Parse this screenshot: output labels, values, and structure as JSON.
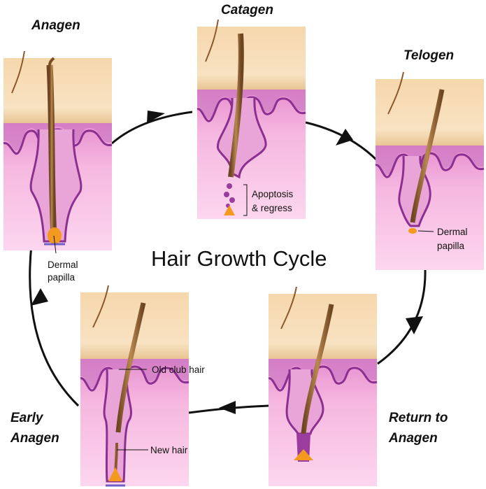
{
  "diagram": {
    "title": "Hair Growth Cycle",
    "stages": [
      {
        "id": "anagen",
        "title_lines": [
          "Anagen"
        ],
        "labels": [
          "Dermal",
          "papilla"
        ]
      },
      {
        "id": "catagen",
        "title_lines": [
          "Catagen"
        ],
        "labels": [
          "Apoptosis",
          "& regress"
        ]
      },
      {
        "id": "telogen",
        "title_lines": [
          "Telogen"
        ],
        "labels": [
          "Dermal",
          "papilla"
        ]
      },
      {
        "id": "return-to-anagen",
        "title_lines": [
          "Return to",
          "Anagen"
        ],
        "labels": []
      },
      {
        "id": "early-anagen",
        "title_lines": [
          "Early",
          "Anagen"
        ],
        "labels": [
          "Old club hair",
          "New hair"
        ]
      }
    ],
    "colors": {
      "skin_top": "#f7dcb6",
      "skin_band": "#ecc99c",
      "dermis": "#f5b0d8",
      "deep_dermis": "#fbd0ea",
      "sheath": "#9b3c9f",
      "hair": "#8a5a2e",
      "papilla": "#f39a1e",
      "arrow": "#111111"
    }
  }
}
